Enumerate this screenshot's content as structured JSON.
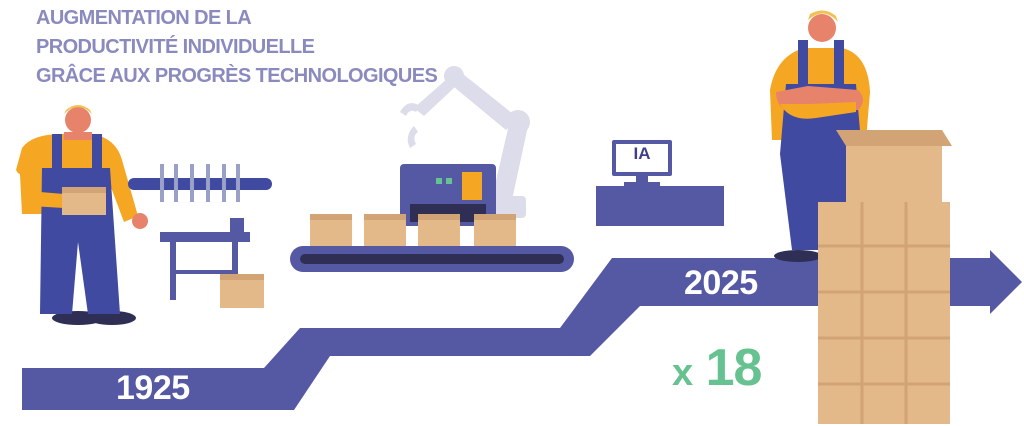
{
  "title": {
    "line1": "AUGMENTATION DE LA",
    "line2": "PRODUCTIVITÉ INDIVIDUELLE",
    "line3": "GRÂCE AUX PROGRÈS TECHNOLOGIQUES"
  },
  "timeline": {
    "start_year": "1925",
    "end_year": "2025"
  },
  "ai_screen_label": "IA",
  "productivity": {
    "multiplier_prefix": "x",
    "multiplier_value": "18"
  },
  "colors": {
    "title": "#8a8abf",
    "timeline": "#5558a3",
    "multiplier": "#66c290",
    "box": "#e3b989",
    "worker_shirt": "#f5a623",
    "worker_overalls": "#3f4aa0"
  },
  "icons": [
    "worker-1925-illustration",
    "tool-rack-icon",
    "workbench-icon",
    "robot-arm-icon",
    "conveyor-machine-icon",
    "ai-computer-icon",
    "worker-2025-illustration",
    "box-stack-icon"
  ]
}
